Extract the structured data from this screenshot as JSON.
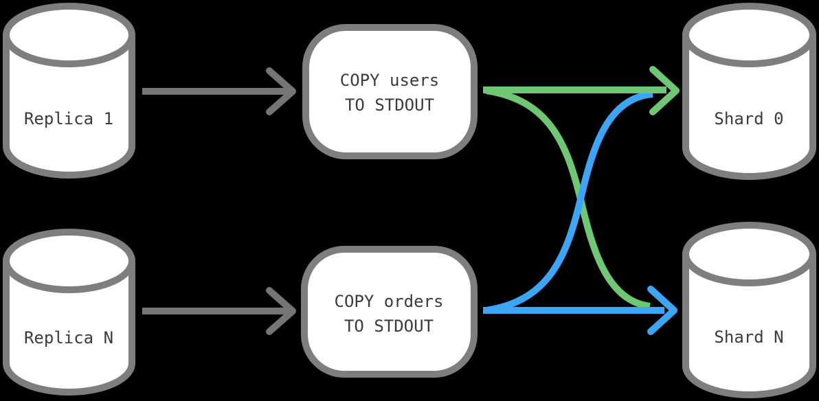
{
  "diagram": {
    "description": "Replication to shards pipeline diagram",
    "type": "flow-diagram"
  },
  "colors": {
    "background": "#000000",
    "node_fill": "#FFFFFF",
    "node_stroke": "#7E7E7E",
    "arrow_gray": "#757575",
    "arrow_green": "#6EC873",
    "arrow_blue": "#3CA5F5",
    "label_text": "#3B3B3B"
  },
  "nodes": {
    "replica_1": {
      "type": "database",
      "label": "Replica 1"
    },
    "replica_n": {
      "type": "database",
      "label": "Replica N"
    },
    "copy_users": {
      "type": "process",
      "label_line1": "COPY users",
      "label_line2": "TO STDOUT"
    },
    "copy_orders": {
      "type": "process",
      "label_line1": "COPY orders",
      "label_line2": "TO STDOUT"
    },
    "shard_0": {
      "type": "database",
      "label": "Shard 0"
    },
    "shard_n": {
      "type": "database",
      "label": "Shard N"
    }
  },
  "edges": [
    {
      "from": "Replica 1",
      "to": "COPY users TO STDOUT",
      "color": "gray",
      "style": "straight"
    },
    {
      "from": "Replica N",
      "to": "COPY orders TO STDOUT",
      "color": "gray",
      "style": "straight"
    },
    {
      "from": "COPY users TO STDOUT",
      "to": "Shard 0",
      "color": "green",
      "style": "straight"
    },
    {
      "from": "COPY users TO STDOUT",
      "to": "Shard N",
      "color": "green",
      "style": "curved-cross"
    },
    {
      "from": "COPY orders TO STDOUT",
      "to": "Shard N",
      "color": "blue",
      "style": "straight"
    },
    {
      "from": "COPY orders TO STDOUT",
      "to": "Shard 0",
      "color": "blue",
      "style": "curved-cross"
    }
  ]
}
